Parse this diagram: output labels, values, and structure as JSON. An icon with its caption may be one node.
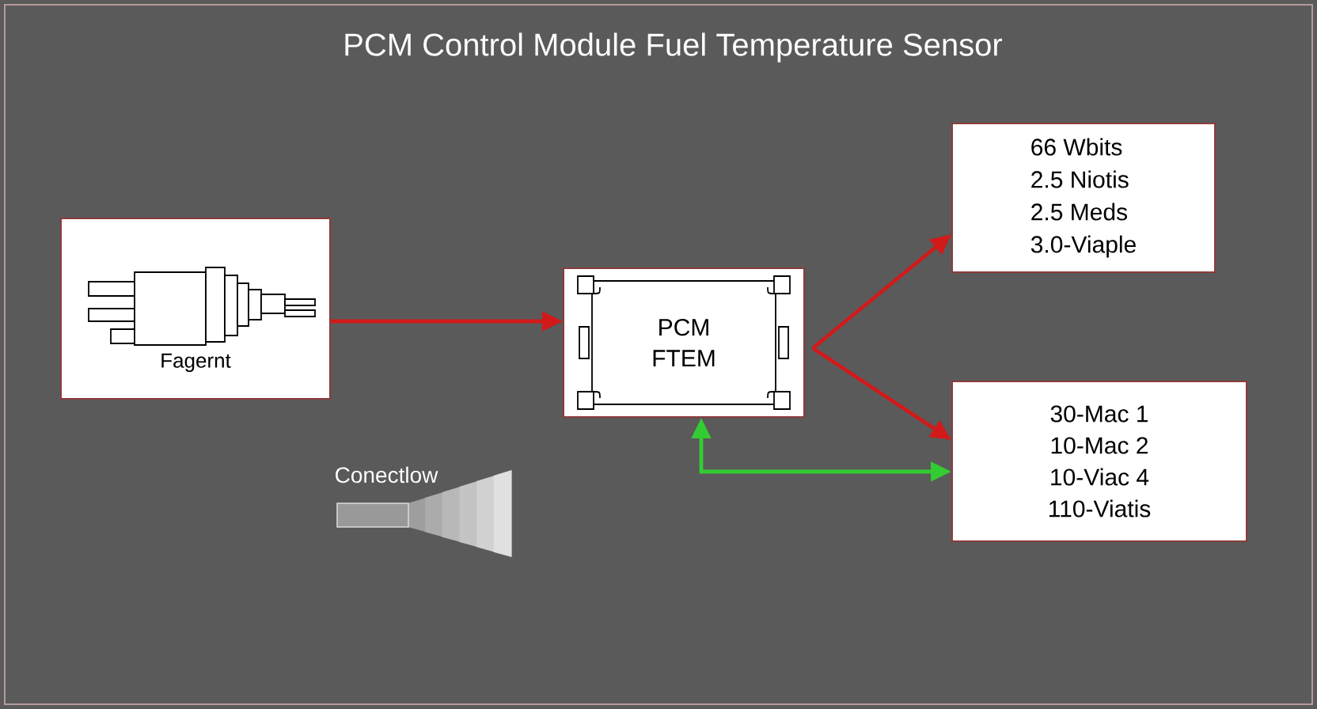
{
  "diagram": {
    "title": "PCM Control Module Fuel Temperature Sensor",
    "nodes": [
      {
        "text": [
          "Fagernt"
        ]
      },
      {
        "text": [
          "PCM FTEM"
        ]
      },
      {
        "text": [
          "66 Wbits",
          "2.5 Niotis",
          "2.5 Meds",
          "3.0-Viaple"
        ]
      },
      {
        "text": [
          "30-Mac 1",
          "10-Mac 2",
          "10-Viac 4",
          "110-Viatis"
        ]
      }
    ],
    "edges": [
      {
        "from": 0,
        "to": 1,
        "arrow": "to"
      },
      {
        "from": 1,
        "to": 2,
        "arrow": "to"
      },
      {
        "from": 1,
        "to": 3,
        "arrow": "to"
      },
      {
        "from": 1,
        "to": 3,
        "arrow": "both",
        "color": "#33cc33"
      }
    ],
    "labels": [
      "Conectlow"
    ]
  }
}
